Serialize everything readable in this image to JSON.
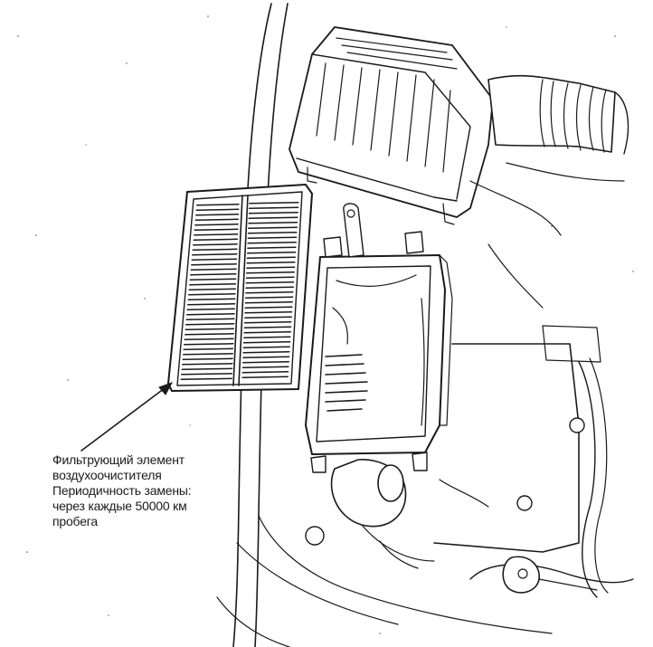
{
  "callout": {
    "line1": "Фильтрующий элемент",
    "line2": "воздухоочистителя",
    "line3": "Периодичность замены:",
    "line4": "через каждые 50000 км",
    "line5": "пробега"
  }
}
